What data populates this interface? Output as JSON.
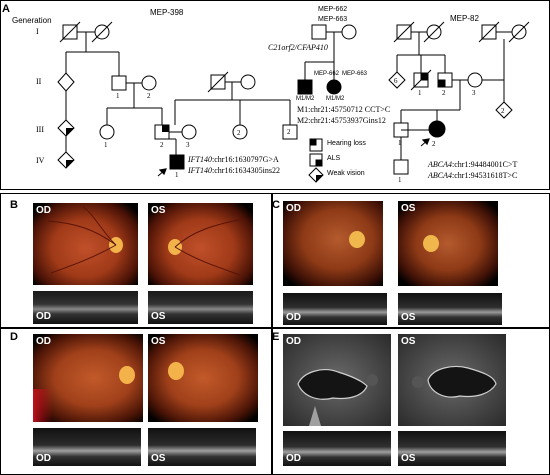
{
  "panels": {
    "a": "A",
    "b": "B",
    "c": "C",
    "d": "D",
    "e": "E"
  },
  "pedigree": {
    "generation_title": "Generation",
    "gen_labels": [
      "I",
      "II",
      "III",
      "IV"
    ],
    "family1_id": "MEP-398",
    "family2_ids": [
      "MEP-662",
      "MEP-663"
    ],
    "family2_gene": "C21orf2/CFAP410",
    "family2_child_labels": [
      "MEP-662",
      "MEP-663"
    ],
    "family2_genotypes": [
      "M1/M2",
      "M1/M2"
    ],
    "family2_mutations": [
      "M1:chr21:45750712 CCT>C",
      "M2:chr21:45753937Gins12"
    ],
    "family3_id": "MEP-82",
    "family1_variants": [
      {
        "gene": "IFT140",
        "rest": ":chr16:1630797G>A"
      },
      {
        "gene": "IFT140",
        "rest": ":chr16:1634305ins22"
      }
    ],
    "family3_variants": [
      {
        "gene": "ABCA4",
        "rest": ":chr1:94484001C>T"
      },
      {
        "gene": "ABCA4",
        "rest": ":chr1:94531618T>C"
      }
    ],
    "legend": [
      "Hearing loss",
      "ALS",
      "Weak vision"
    ],
    "numbers": {
      "f1_II_1": "1",
      "f1_II_2": "2",
      "f1_III_1": "1",
      "f1_III_2": "2",
      "f1_III_3": "3",
      "f1_III_sib2": "2",
      "f1_III_sib3": "2",
      "f1_IV_1": "1",
      "f3_II_6": "6",
      "f3_II_1": "1",
      "f3_II_2": "2",
      "f3_II_3": "3",
      "f3_III_1": "1",
      "f3_III_2": "2",
      "f3_III_3": "2",
      "f3_IV_1": "1"
    }
  },
  "images": {
    "od": "OD",
    "os": "OS"
  },
  "colors": {
    "fundus_bg": "#000000",
    "fundus_orange": "#b0401a",
    "disc": "#f0b040",
    "oct": "#2a2a2a",
    "af_bg": "#3c3c3c"
  }
}
